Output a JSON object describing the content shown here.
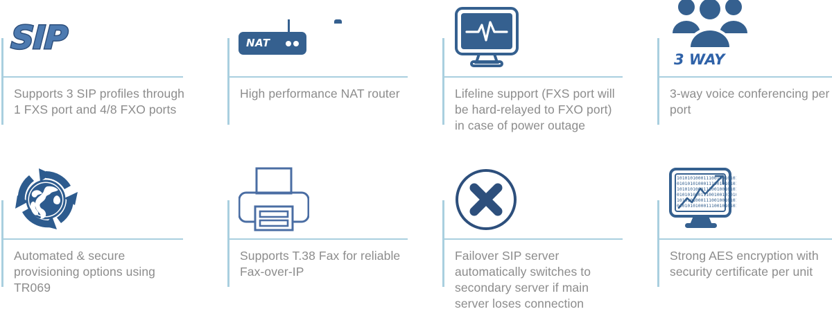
{
  "palette": {
    "rule": "#a9cfdf",
    "caption_text": "#8c8c8c",
    "icon_blue_dark": "#2d4f7c",
    "icon_blue": "#35608f",
    "icon_blue_bright": "#2f62a8",
    "background": "#ffffff"
  },
  "features": [
    {
      "id": "sip-profiles",
      "icon": "sip-logo-icon",
      "icon_text": "SIP",
      "caption": "Supports 3 SIP profiles through 1 FXS port and 4/8 FXO ports"
    },
    {
      "id": "nat-router",
      "icon": "nat-router-icon",
      "icon_text": "NAT",
      "caption": "High performance NAT router"
    },
    {
      "id": "lifeline-support",
      "icon": "heartbeat-monitor-icon",
      "icon_text": "",
      "caption": "Lifeline support (FXS port will be hard-relayed to FXO port) in case of power outage"
    },
    {
      "id": "three-way-conferencing",
      "icon": "three-people-icon",
      "icon_text": "3 WAY",
      "caption": "3-way voice conferencing per port"
    },
    {
      "id": "auto-provisioning",
      "icon": "globe-refresh-icon",
      "icon_text": "",
      "caption": "Automated & secure provisioning options using TR069"
    },
    {
      "id": "t38-fax",
      "icon": "fax-printer-icon",
      "icon_text": "",
      "caption": "Supports T.38 Fax for reliable Fax-over-IP"
    },
    {
      "id": "failover-sip-server",
      "icon": "x-circle-icon",
      "icon_text": "",
      "caption": "Failover SIP server automatically switches to secondary server if main server loses connection"
    },
    {
      "id": "aes-encryption",
      "icon": "binary-chart-monitor-icon",
      "icon_text": "",
      "caption": "Strong AES encryption with security certificate per unit"
    }
  ]
}
